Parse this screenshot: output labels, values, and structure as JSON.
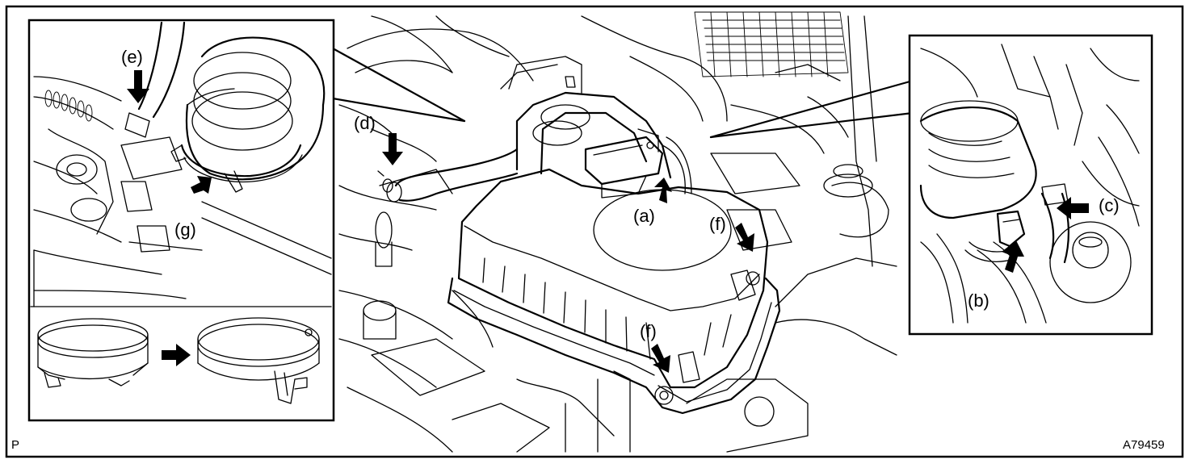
{
  "diagram": {
    "page_code": "P",
    "figure_id": "A79459",
    "callouts": {
      "a": "(a)",
      "b": "(b)",
      "c": "(c)",
      "d": "(d)",
      "e": "(e)",
      "f1": "(f)",
      "f2": "(f)",
      "g": "(g)"
    }
  }
}
